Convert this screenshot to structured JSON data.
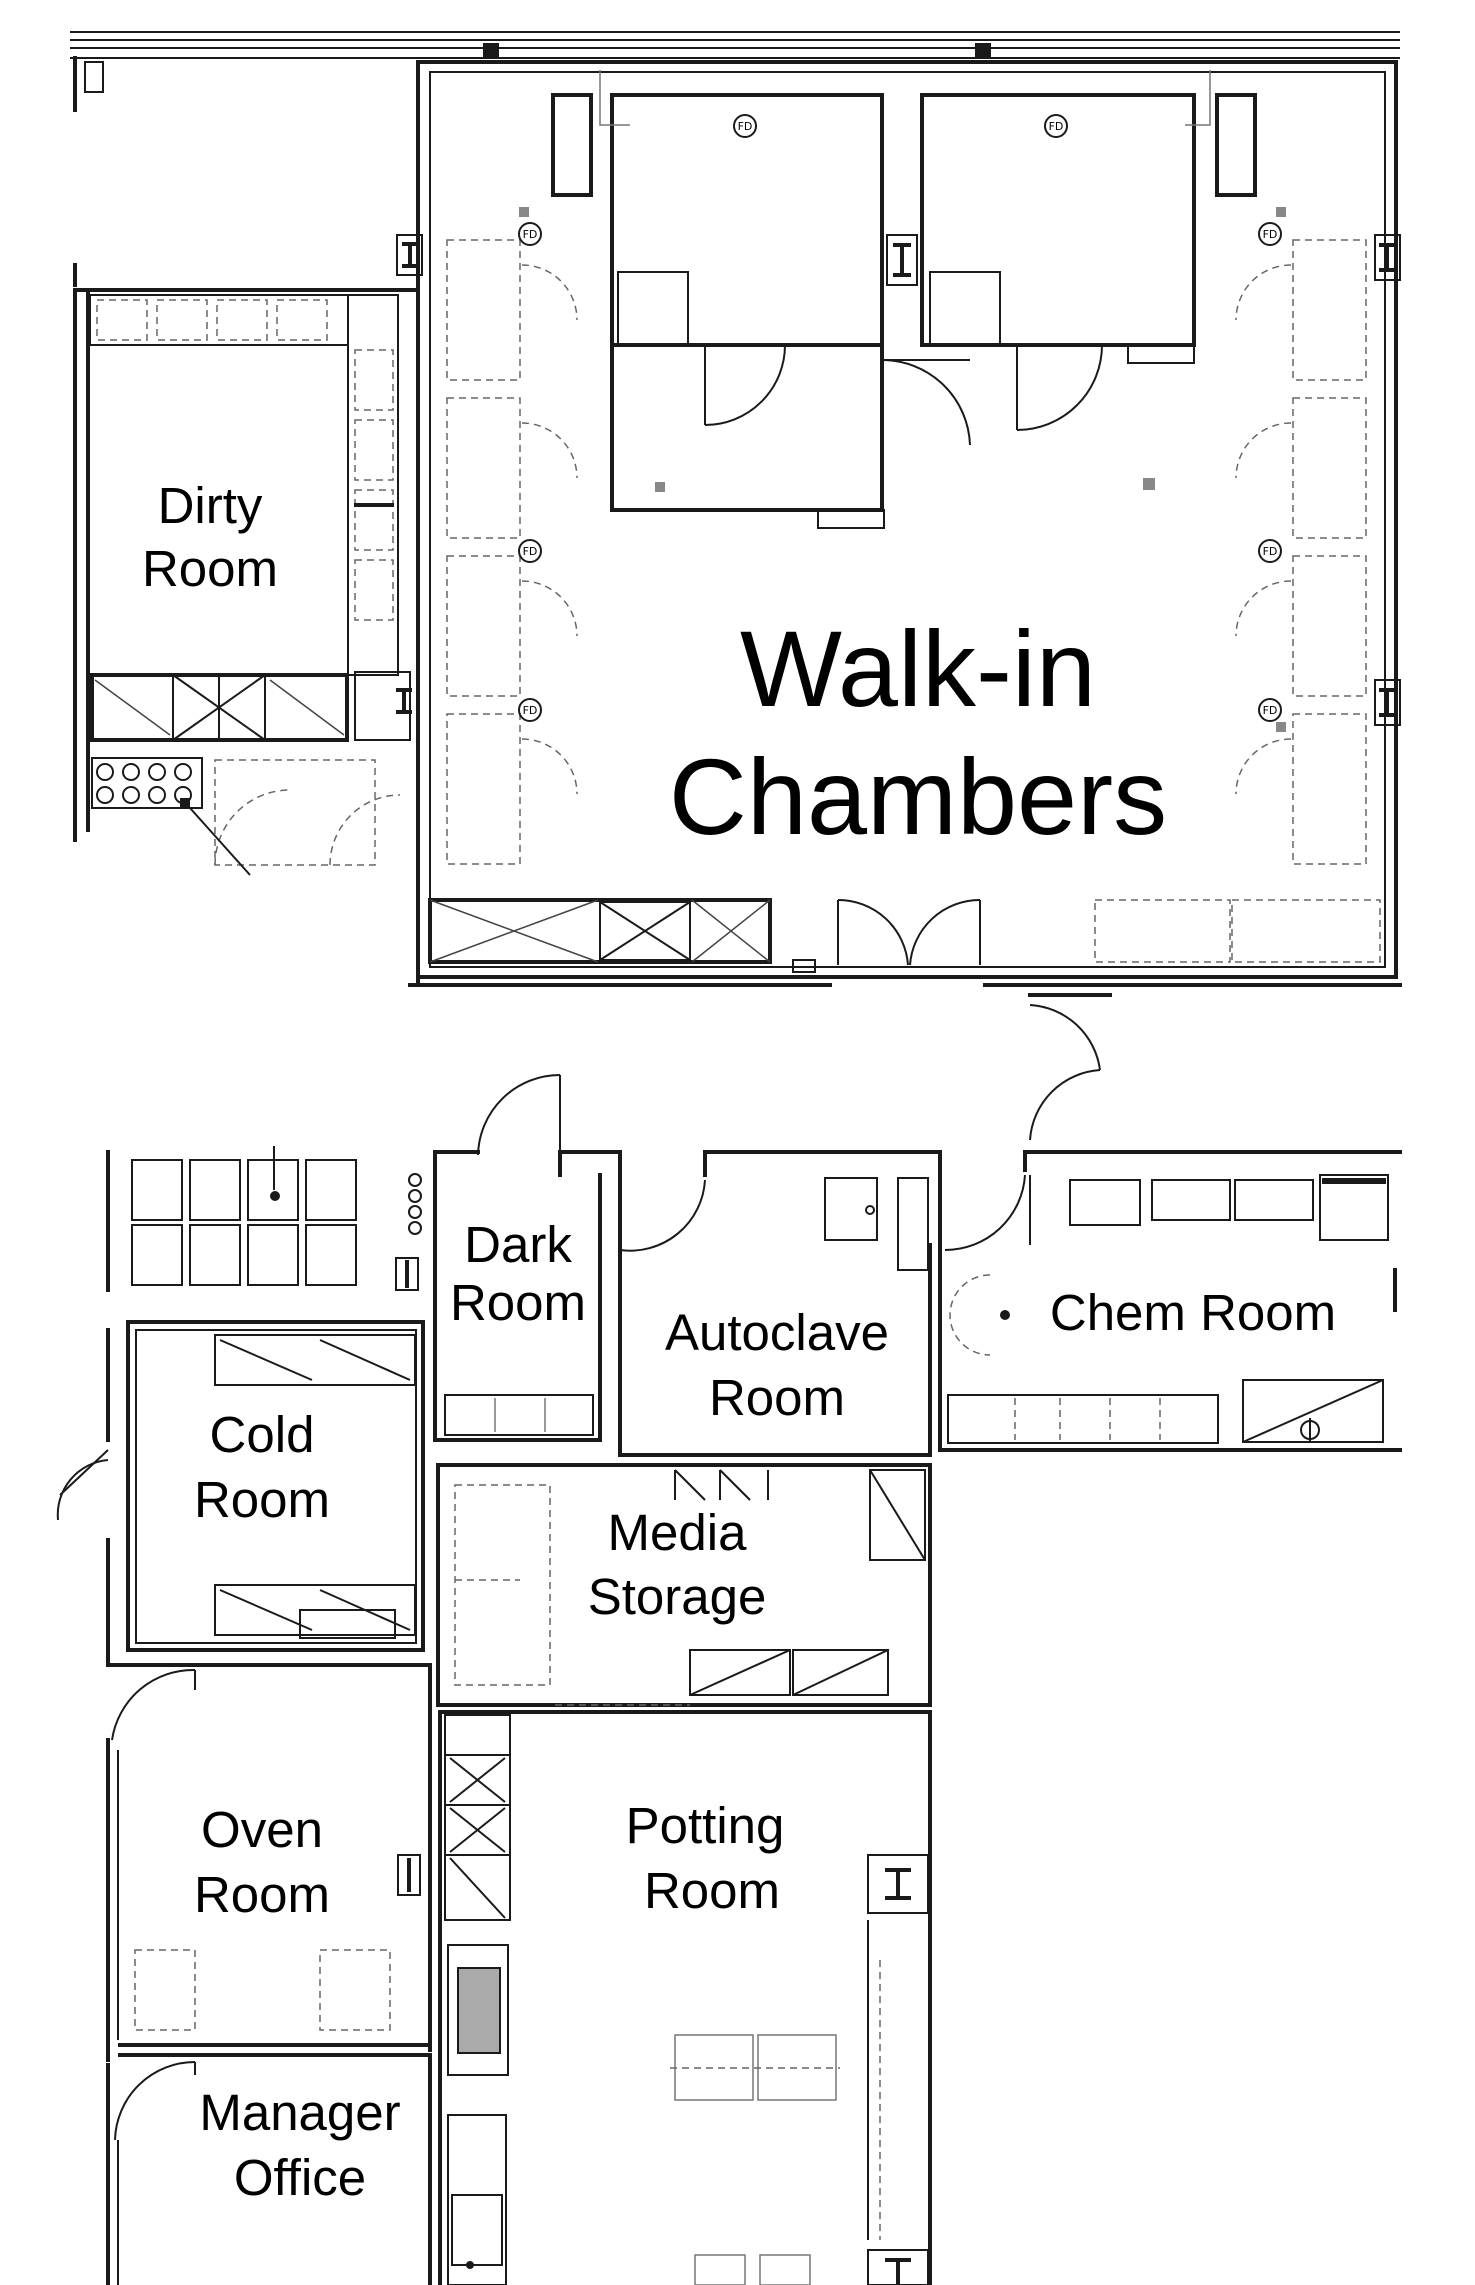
{
  "rooms": {
    "walk_in": {
      "line1": "Walk-in",
      "line2": "Chambers"
    },
    "dirty": {
      "line1": "Dirty",
      "line2": "Room"
    },
    "dark": {
      "line1": "Dark",
      "line2": "Room"
    },
    "autoclave": {
      "line1": "Autoclave",
      "line2": "Room"
    },
    "chem": {
      "line1": "Chem Room"
    },
    "cold": {
      "line1": "Cold",
      "line2": "Room"
    },
    "media": {
      "line1": "Media",
      "line2": "Storage"
    },
    "oven": {
      "line1": "Oven",
      "line2": "Room"
    },
    "potting": {
      "line1": "Potting",
      "line2": "Room"
    },
    "manager": {
      "line1": "Manager",
      "line2": "Office"
    }
  },
  "fixtures": {
    "floor_drain": "FD"
  }
}
